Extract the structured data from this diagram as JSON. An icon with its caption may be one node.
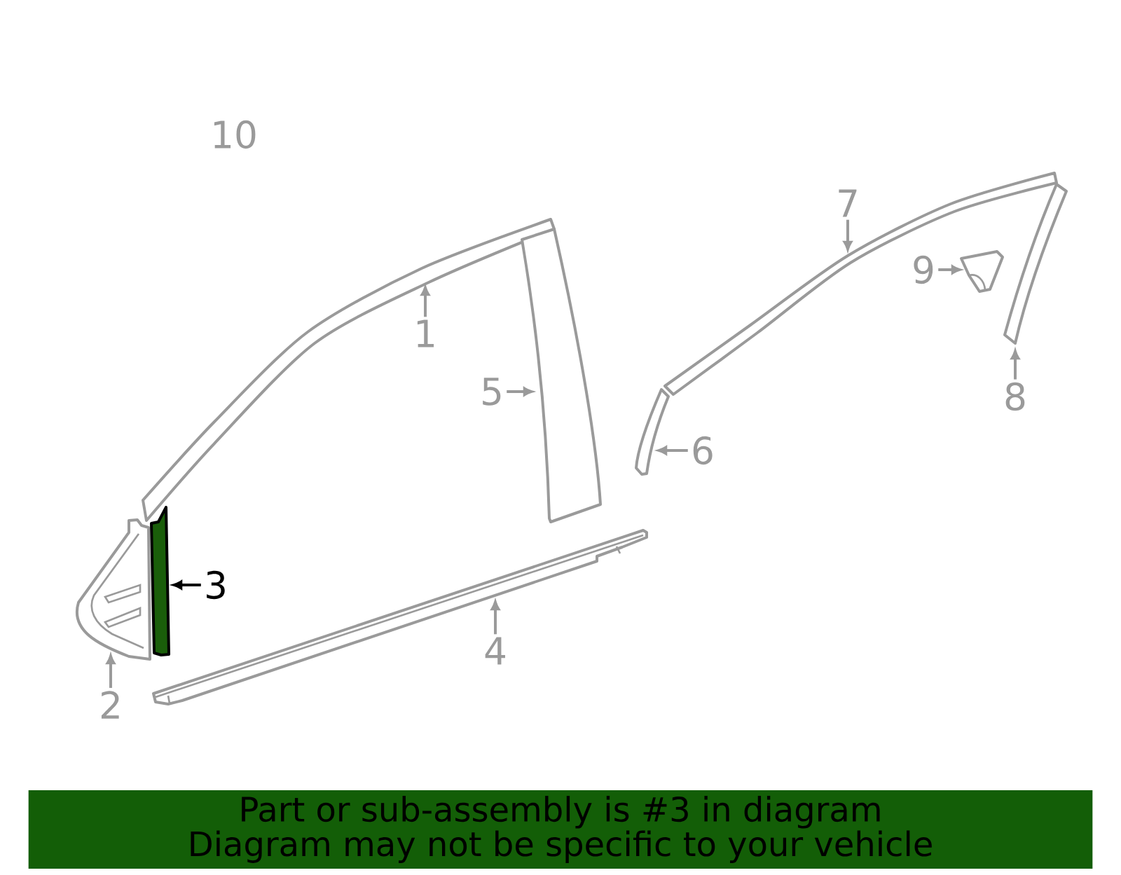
{
  "diagram": {
    "nodes": [
      {
        "text": [
          "1"
        ]
      },
      {
        "text": [],
        "shape": "picture"
      },
      {
        "text": [
          "5"
        ]
      },
      {
        "text": [],
        "shape": "picture"
      },
      {
        "text": [
          "2"
        ]
      },
      {
        "text": [],
        "shape": "picture"
      },
      {
        "text": [
          "3"
        ]
      },
      {
        "text": [],
        "shape": "bar"
      },
      {
        "text": [
          "4"
        ]
      },
      {
        "text": [],
        "shape": "picture"
      },
      {
        "text": [
          "6"
        ]
      },
      {
        "text": [],
        "shape": "picture"
      },
      {
        "text": [
          "7"
        ]
      },
      {
        "text": [],
        "shape": "picture"
      },
      {
        "text": [
          "9"
        ]
      },
      {
        "text": [],
        "shape": "picture"
      },
      {
        "text": [
          "8"
        ]
      },
      {
        "text": [],
        "shape": "picture"
      },
      {
        "text": [
          "Part or sub-assembly is #3 in diagram",
          "Diagram may not be specific to your vehicle"
        ]
      }
    ],
    "edges": [
      {
        "from": 0,
        "to": 1,
        "arrow": "to"
      },
      {
        "from": 2,
        "to": 3,
        "arrow": "to"
      },
      {
        "from": 4,
        "to": 5,
        "arrow": "to"
      },
      {
        "from": 6,
        "to": 7,
        "arrow": "to",
        "color": "#000000"
      },
      {
        "from": 8,
        "to": 9,
        "arrow": "to"
      },
      {
        "from": 10,
        "to": 11,
        "arrow": "to"
      },
      {
        "from": 12,
        "to": 13,
        "arrow": "to"
      },
      {
        "from": 14,
        "to": 15,
        "arrow": "to"
      },
      {
        "from": 16,
        "to": 17,
        "arrow": "to"
      }
    ],
    "labels": [
      "10"
    ]
  }
}
